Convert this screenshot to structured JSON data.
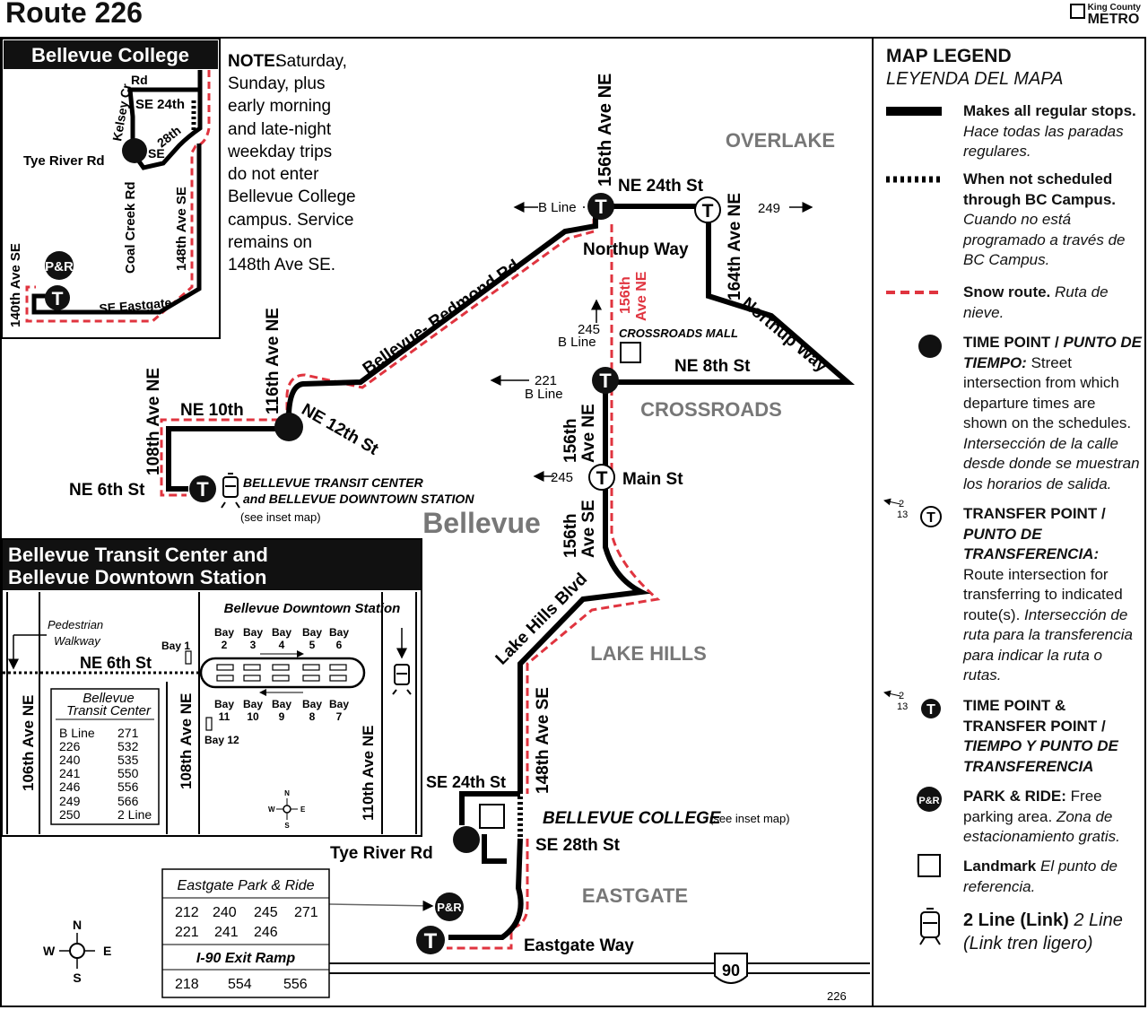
{
  "header": {
    "title": "Route 226",
    "brand_small": "King County",
    "brand_big": "METRO"
  },
  "colors": {
    "route": "#000000",
    "snow_route": "#e0343f",
    "text": "#111111"
  },
  "map": {
    "neighborhoods": {
      "overlake": "OVERLAKE",
      "crossroads": "CROSSROADS",
      "lake_hills": "LAKE HILLS",
      "eastgate": "EASTGATE",
      "city": "Bellevue"
    },
    "streets": {
      "ave_156th_ne": "156th Ave NE",
      "ne_24th": "NE 24th St",
      "ave_164th_ne": "164th Ave NE",
      "northup_way": "Northup Way",
      "northup_way_2": "Northup Way",
      "bellevue_redmond": "Bellevue- Redmond Rd",
      "ne_8th": "NE 8th St",
      "ave_116th_ne": "116th Ave NE",
      "ne_10th": "NE 10th",
      "ne_12th": "NE 12th St",
      "ave_108th_ne": "108th Ave NE",
      "ne_6th": "NE 6th St",
      "main_st": "Main St",
      "lake_hills_blvd": "Lake Hills Blvd",
      "ave_148th_se": "148th Ave SE",
      "se_24th": "SE 24th St",
      "se_28th": "SE 28th St",
      "tye_river": "Tye River Rd",
      "eastgate_way": "Eastgate Way",
      "snow_156th_line1": "156th",
      "snow_156th_line2": "Ave NE",
      "ave_156th_line1": "156th",
      "ave_156th_line2": "Ave NE",
      "ave_156th_se_line1": "156th",
      "ave_156th_se_line2": "Ave SE"
    },
    "routes": {
      "b_line": "B Line",
      "r249": "249",
      "r245": "245",
      "b_line_2": "B Line",
      "r221": "221",
      "b_line_3": "B Line",
      "r245_main": "245"
    },
    "landmarks": {
      "crossroads_mall": "CROSSROADS MALL",
      "btc_line1": "BELLEVUE TRANSIT CENTER",
      "btc_line2": "and BELLEVUE DOWNTOWN STATION",
      "btc_see": "(see inset map)",
      "bellevue_college": "BELLEVUE COLLEGE",
      "bc_see": "(see inset map)"
    },
    "interstate": "90",
    "route_number": "226"
  },
  "eastgate_table": {
    "title": "Eastgate Park & Ride",
    "row1": [
      "212",
      "240",
      "245",
      "271"
    ],
    "row2": [
      "221",
      "241",
      "246"
    ],
    "ramp_title": "I-90 Exit Ramp",
    "ramp_row": [
      "218",
      "554",
      "556"
    ]
  },
  "compass": {
    "n": "N",
    "s": "S",
    "e": "E",
    "w": "W"
  },
  "bc_inset": {
    "title": "Bellevue College",
    "note_bold": "NOTE:",
    "note_lines": [
      "Saturday,",
      "Sunday, plus",
      "early morning",
      "and late-night",
      "weekday trips",
      "do not enter",
      "Bellevue College",
      "campus. Service",
      "remains on",
      "148th Ave SE."
    ],
    "streets": {
      "kelsey": "Kelsey Cr",
      "rd": "Rd",
      "se24": "SE 24th",
      "se28_a": "SE",
      "se28_b": "28th",
      "tye": "Tye River Rd",
      "coal_creek": "Coal Creek Rd",
      "ave148": "148th Ave SE",
      "ave140": "140th Ave SE",
      "eastgate": "SE Eastgate"
    },
    "pr": "P&R",
    "t": "T"
  },
  "btc_inset": {
    "title_line1": "Bellevue Transit Center and",
    "title_line2": "Bellevue Downtown Station",
    "station": "Bellevue Downtown Station",
    "ped_line1": "Pedestrian",
    "ped_line2": "Walkway",
    "ne6th": "NE 6th St",
    "ave106": "106th Ave NE",
    "ave108": "108th Ave NE",
    "ave110": "110th Ave NE",
    "bay1": "Bay 1",
    "bay12": "Bay 12",
    "bay_word": "Bay",
    "top_bays": [
      "2",
      "3",
      "4",
      "5",
      "6"
    ],
    "bottom_bays": [
      "11",
      "10",
      "9",
      "8",
      "7"
    ],
    "table_title_line1": "Bellevue",
    "table_title_line2": "Transit Center",
    "col1": [
      "B Line",
      "226",
      "240",
      "241",
      "246",
      "249",
      "250"
    ],
    "col2": [
      "271",
      "532",
      "535",
      "550",
      "556",
      "566",
      "2 Line"
    ]
  },
  "legend": {
    "title": "MAP LEGEND",
    "subtitle": "LEYENDA DEL MAPA",
    "regular_bold": "Makes all regular stops.",
    "regular_es": "Hace todas las paradas regulares.",
    "notsched_bold": "When not scheduled through BC Campus.",
    "notsched_es": "Cuando no está programado a través de BC Campus.",
    "snow_bold": "Snow route.",
    "snow_es": "Ruta de nieve.",
    "timepoint_bold": "TIME POINT /",
    "timepoint_bold_es": "PUNTO DE TIEMPO:",
    "timepoint_desc": "Street intersection from which departure times are shown on the schedules.",
    "timepoint_desc_es": "Intersección de la calle desde donde se muestran los horarios de salida.",
    "transfer_bold": "TRANSFER POINT /",
    "transfer_bold_es": "PUNTO DE TRANSFERENCIA:",
    "transfer_desc": "Route intersection for transferring to indicated route(s).",
    "transfer_desc_es": "Intersección de ruta para la transferencia para indicar la ruta o rutas.",
    "tt_bold": "TIME POINT & TRANSFER POINT /",
    "tt_bold_es": "TIEMPO Y PUNTO DE TRANSFERENCIA",
    "pr_bold": "PARK & RIDE:",
    "pr_desc": "Free parking area.",
    "pr_desc_es": "Zona de estacionamiento gratis.",
    "landmark_bold": "Landmark",
    "landmark_es": "El punto de referencia.",
    "link_bold": "2 Line (Link)",
    "link_es": "2 Line (Link tren ligero)",
    "sym_num_a": "2",
    "sym_num_b": "13",
    "sym_pr": "P&R",
    "sym_t": "T"
  }
}
